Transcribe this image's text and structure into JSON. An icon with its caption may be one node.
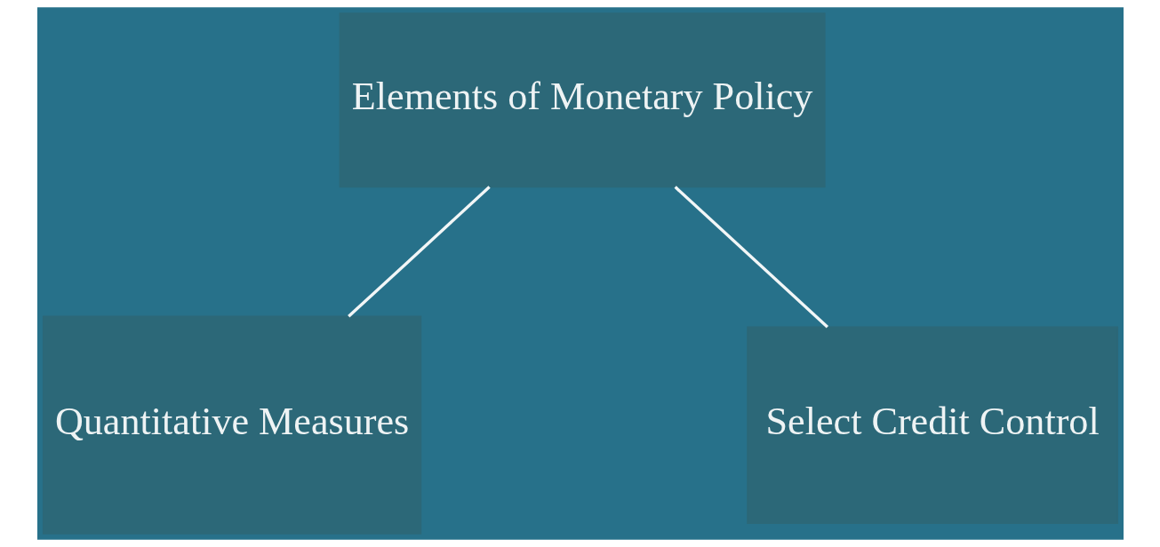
{
  "diagram": {
    "nodes": [
      {
        "text": [
          "Elements of Monetary Policy"
        ]
      },
      {
        "text": [
          "Quantitative Measures"
        ]
      },
      {
        "text": [
          "Select Credit Control"
        ]
      }
    ],
    "edges": [
      {
        "from": 0,
        "to": 1,
        "arrow": "none"
      },
      {
        "from": 0,
        "to": 2,
        "arrow": "none"
      }
    ]
  }
}
